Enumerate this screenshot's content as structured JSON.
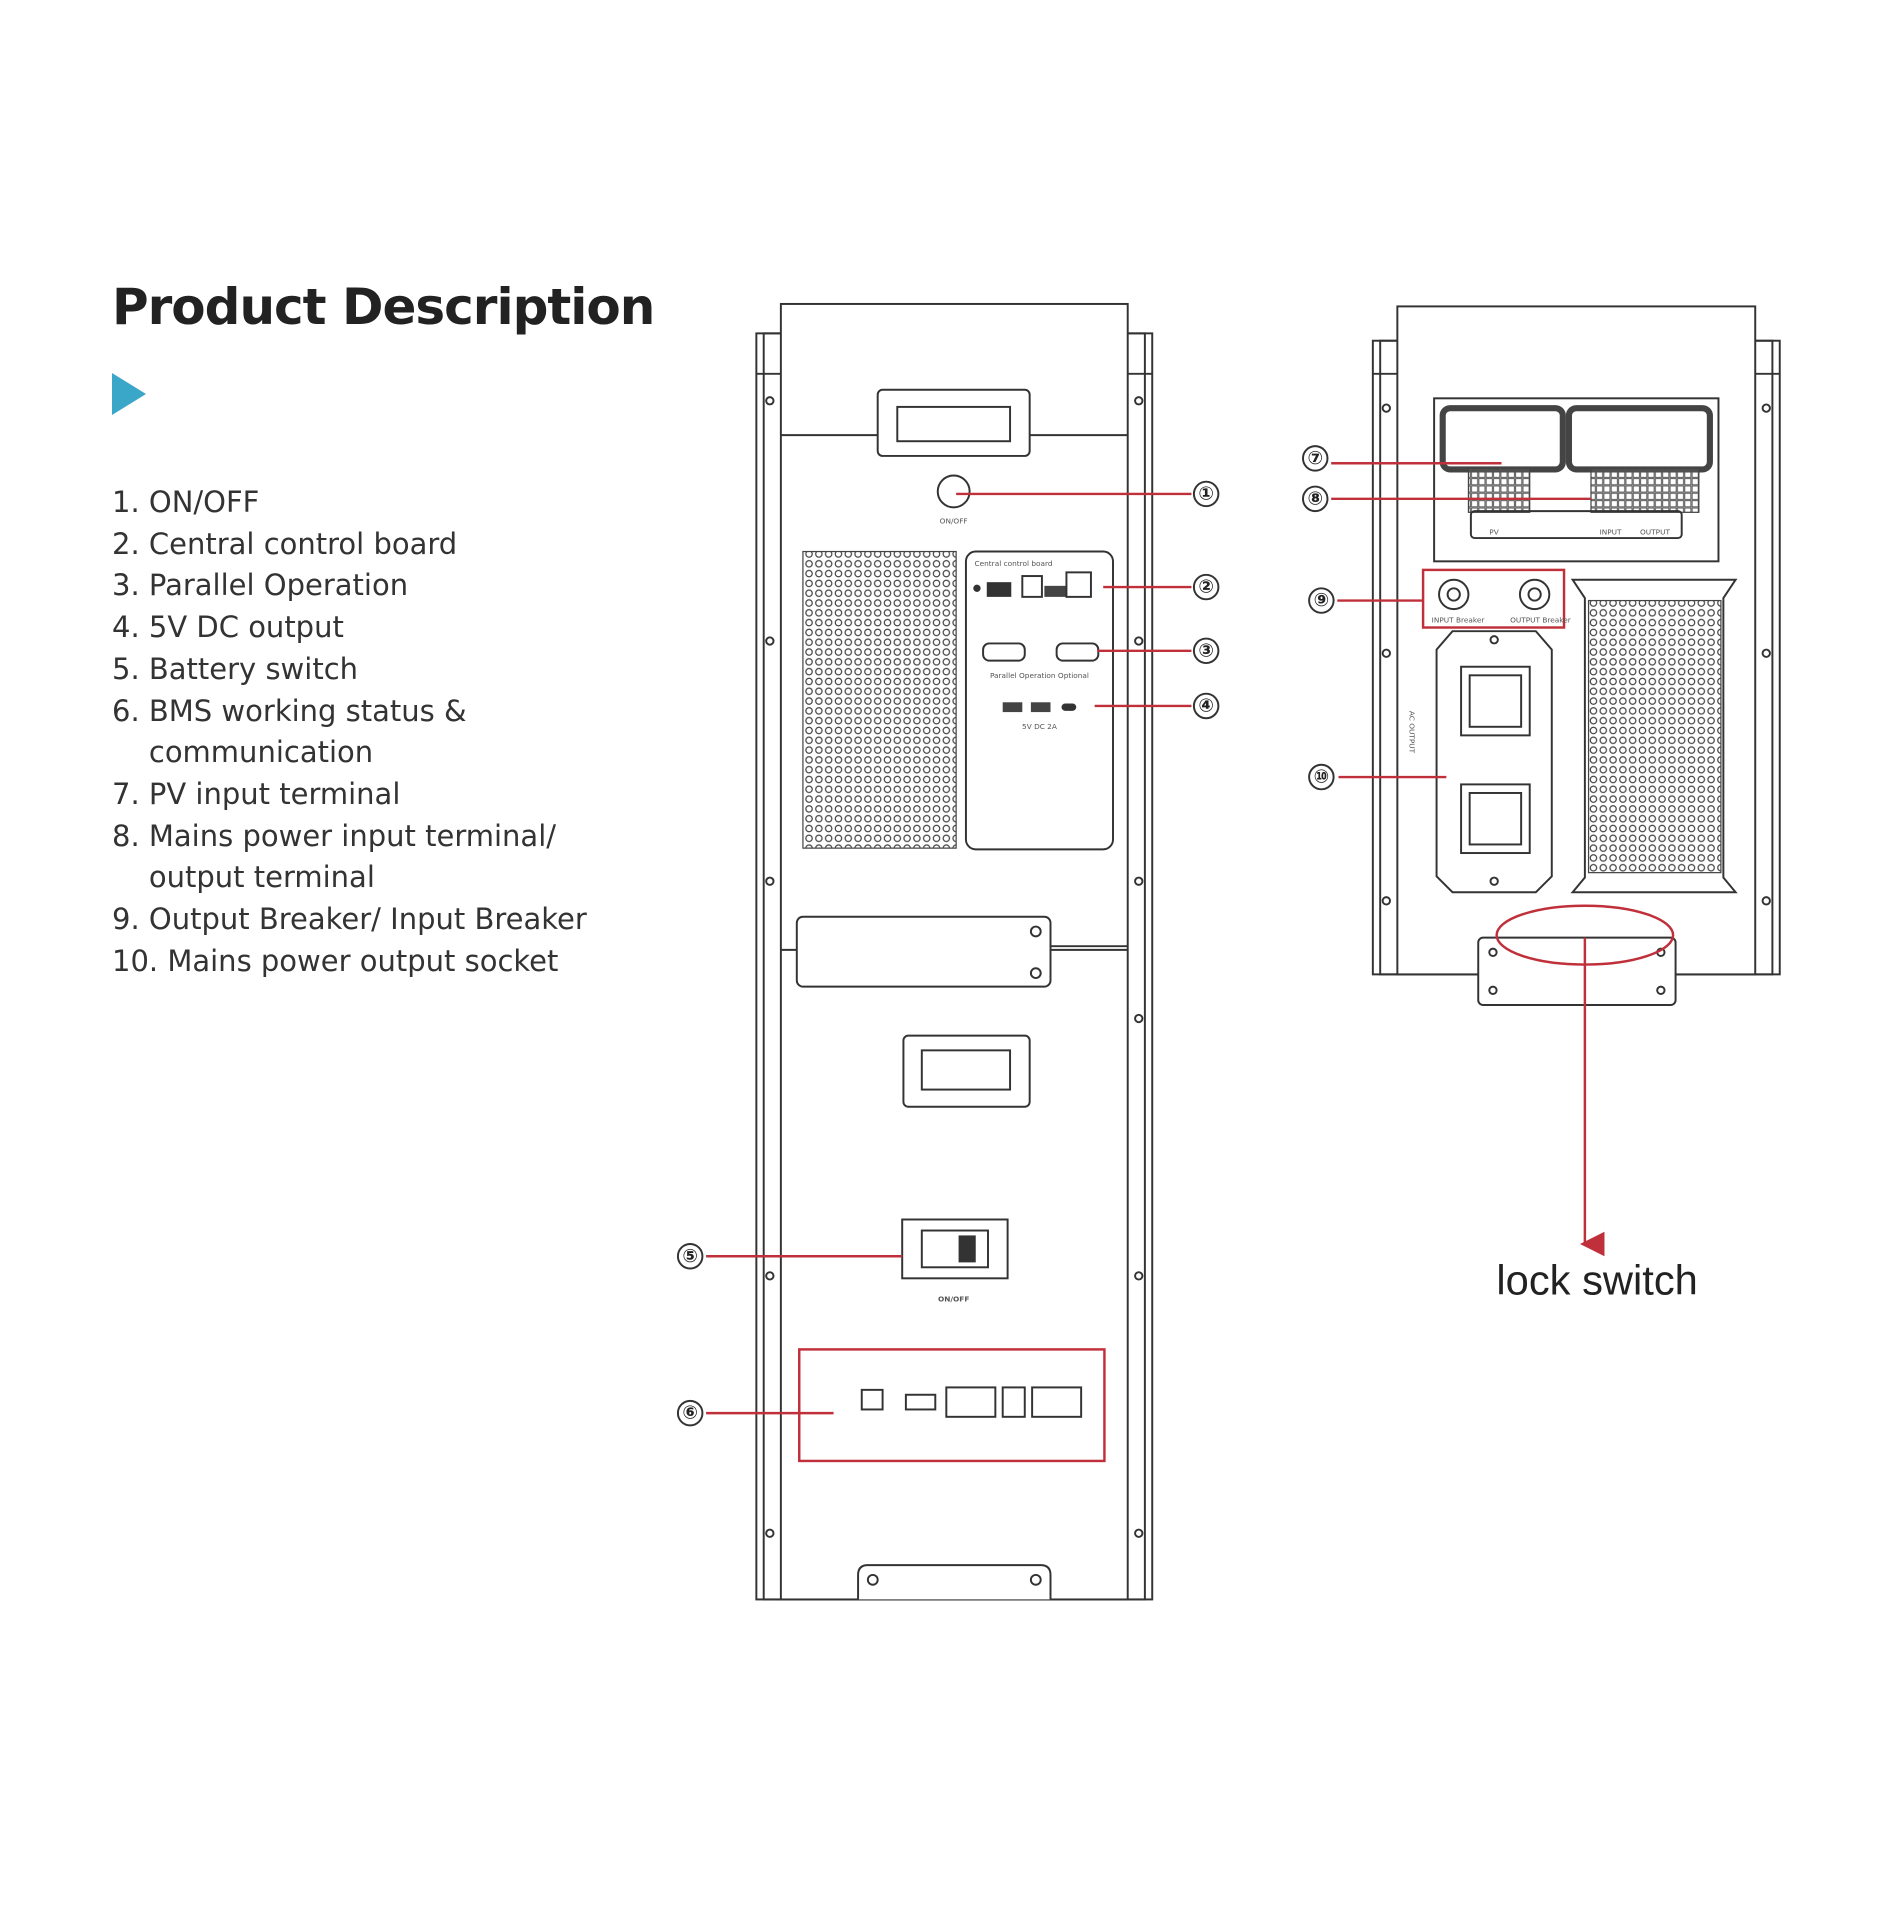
{
  "title": "Product Description",
  "items": [
    "1. ON/OFF",
    "2. Central control board",
    "3. Parallel Operation",
    "4. 5V DC output",
    "5. Battery switch",
    "6. BMS working status &",
    "    communication",
    "7. PV input terminal",
    "8. Mains power input terminal/",
    "    output terminal",
    "9. Output Breaker/ Input Breaker",
    "10. Mains power output socket"
  ],
  "callouts": [
    "①",
    "②",
    "③",
    "④",
    "⑤",
    "⑥",
    "⑦",
    "⑧",
    "⑨",
    "⑩"
  ],
  "front": {
    "on_off_small": "ON/OFF",
    "control_board": "Central control board",
    "parallel": "Parallel Operation Optional",
    "usb_label": "5V DC 2A",
    "battery_switch": "ON/OFF"
  },
  "back": {
    "ac_output": "AC OUTPUT",
    "input_breaker": "INPUT Breaker",
    "output_breaker": "OUTPUT Breaker",
    "pv": "PV",
    "input": "INPUT",
    "output": "OUTPUT"
  },
  "lock_switch": "lock switch",
  "colors": {
    "accent": "#3aa6c8",
    "callout_red": "#c0303a"
  }
}
